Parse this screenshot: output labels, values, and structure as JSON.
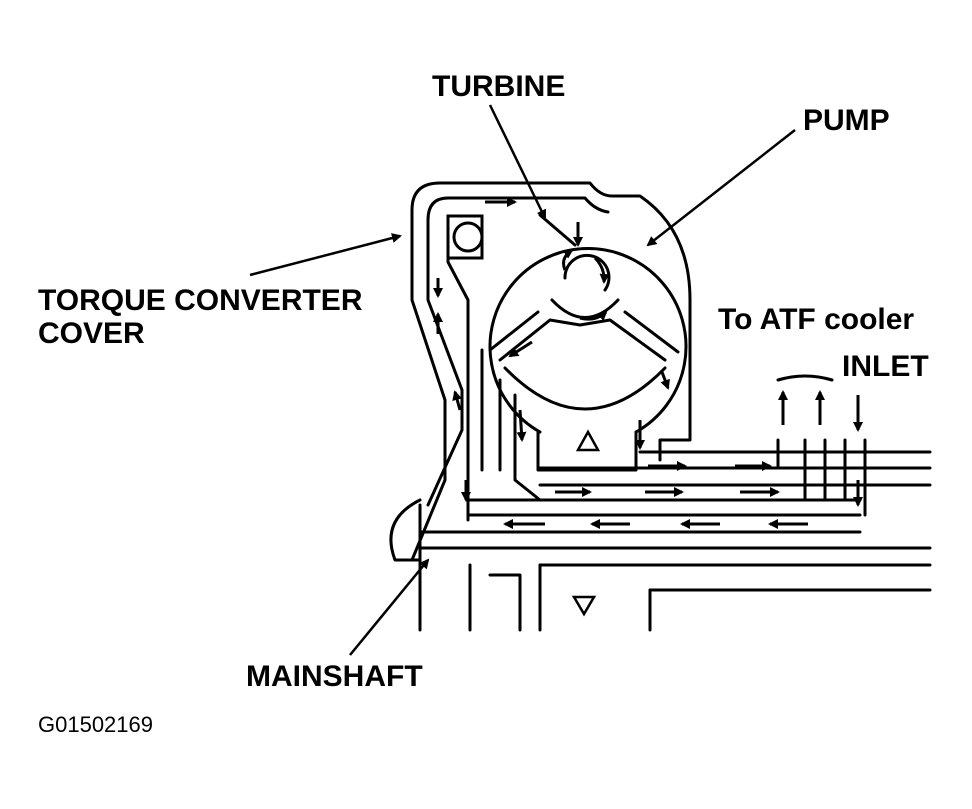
{
  "labels": {
    "turbine": "TURBINE",
    "pump": "PUMP",
    "torque_converter_cover_line1": "TORQUE CONVERTER",
    "torque_converter_cover_line2": "COVER",
    "to_atf_cooler": "To ATF cooler",
    "inlet": "INLET",
    "mainshaft": "MAINSHAFT"
  },
  "figure_code": "G01502169",
  "colors": {
    "ink": "#000000",
    "paper": "#ffffff"
  }
}
